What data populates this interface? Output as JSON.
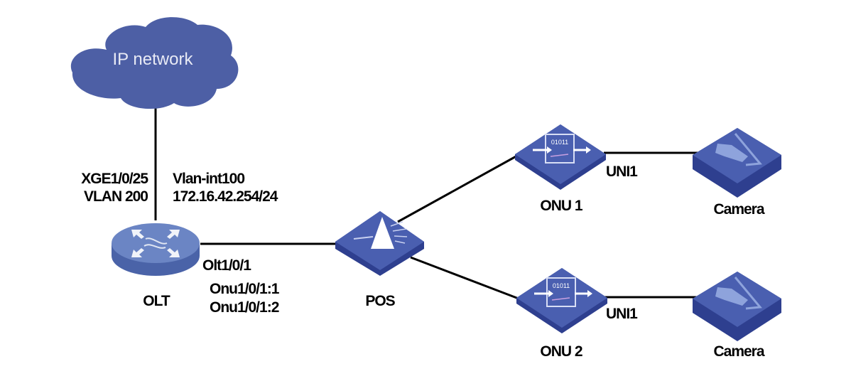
{
  "colors": {
    "device_top": "#4a5fb0",
    "device_side": "#2e3f8f",
    "cloud": "#4d5fa5",
    "router_top": "#6b85c4",
    "router_side": "#4a63a8",
    "link": "#000000"
  },
  "cloud": {
    "label": "IP network",
    "icon": "cloud-icon"
  },
  "nodes": {
    "olt": {
      "label": "OLT",
      "icon": "router-icon"
    },
    "pos": {
      "label": "POS",
      "icon": "splitter-icon"
    },
    "onu1": {
      "label": "ONU 1",
      "icon": "onu-icon",
      "glyph_text": "01011"
    },
    "onu2": {
      "label": "ONU 2",
      "icon": "onu-icon",
      "glyph_text": "01011"
    },
    "camera1": {
      "label": "Camera",
      "icon": "camera-icon"
    },
    "camera2": {
      "label": "Camera",
      "icon": "camera-icon"
    }
  },
  "annotations": {
    "olt_uplink_port": "XGE1/0/25",
    "olt_uplink_vlan": "VLAN 200",
    "vlan_interface": "Vlan-int100",
    "vlan_interface_ip": "172.16.42.254/24",
    "olt_port": "Olt1/0/1",
    "onu_port_1": "Onu1/0/1:1",
    "onu_port_2": "Onu1/0/1:2",
    "onu1_uni": "UNI1",
    "onu2_uni": "UNI1"
  },
  "links": [
    {
      "from": "cloud",
      "to": "olt"
    },
    {
      "from": "olt",
      "to": "pos"
    },
    {
      "from": "pos",
      "to": "onu1"
    },
    {
      "from": "pos",
      "to": "onu2"
    },
    {
      "from": "onu1",
      "to": "camera1"
    },
    {
      "from": "onu2",
      "to": "camera2"
    }
  ]
}
